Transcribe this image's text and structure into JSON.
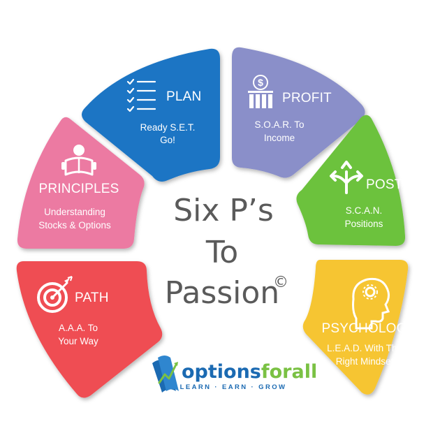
{
  "title": {
    "line1": "Six P’s",
    "line2": "To",
    "line3": "Passion",
    "copyright": "©"
  },
  "segments": {
    "plan": {
      "title": "PLAN",
      "sub1": "Ready S.E.T.",
      "sub2": "Go!",
      "color": "#1a74c4",
      "icon": "checklist-icon"
    },
    "profit": {
      "title": "PROFIT",
      "sub1": "S.O.A.R. To",
      "sub2": "Income",
      "color": "#8a8fc9",
      "icon": "money-bag-bar-chart-icon"
    },
    "post": {
      "title": "POST",
      "sub1": "S.C.A.N.",
      "sub2": "Positions",
      "color": "#6cc23e",
      "icon": "split-arrows-icon"
    },
    "psychology": {
      "title": "PSYCHOLOGY",
      "sub1": "L.E.A.D. With The",
      "sub2": "Right Mindset",
      "color": "#f6c531",
      "icon": "head-gear-icon"
    },
    "path": {
      "title": "PATH",
      "sub1": "A.A.A. To",
      "sub2": "Your Way",
      "color": "#ef4d52",
      "icon": "target-arrow-icon"
    },
    "principles": {
      "title": "PRINCIPLES",
      "sub1": "Understanding",
      "sub2": "Stocks & Options",
      "color": "#ec7aa2",
      "icon": "reading-person-icon"
    }
  },
  "brand": {
    "name_part1": "options",
    "name_part2": "forall",
    "tagline": "LEARN · EARN · GROW",
    "color_blue": "#1b6ab2",
    "color_green": "#7ac143",
    "icon": "scroll-logo-icon"
  }
}
